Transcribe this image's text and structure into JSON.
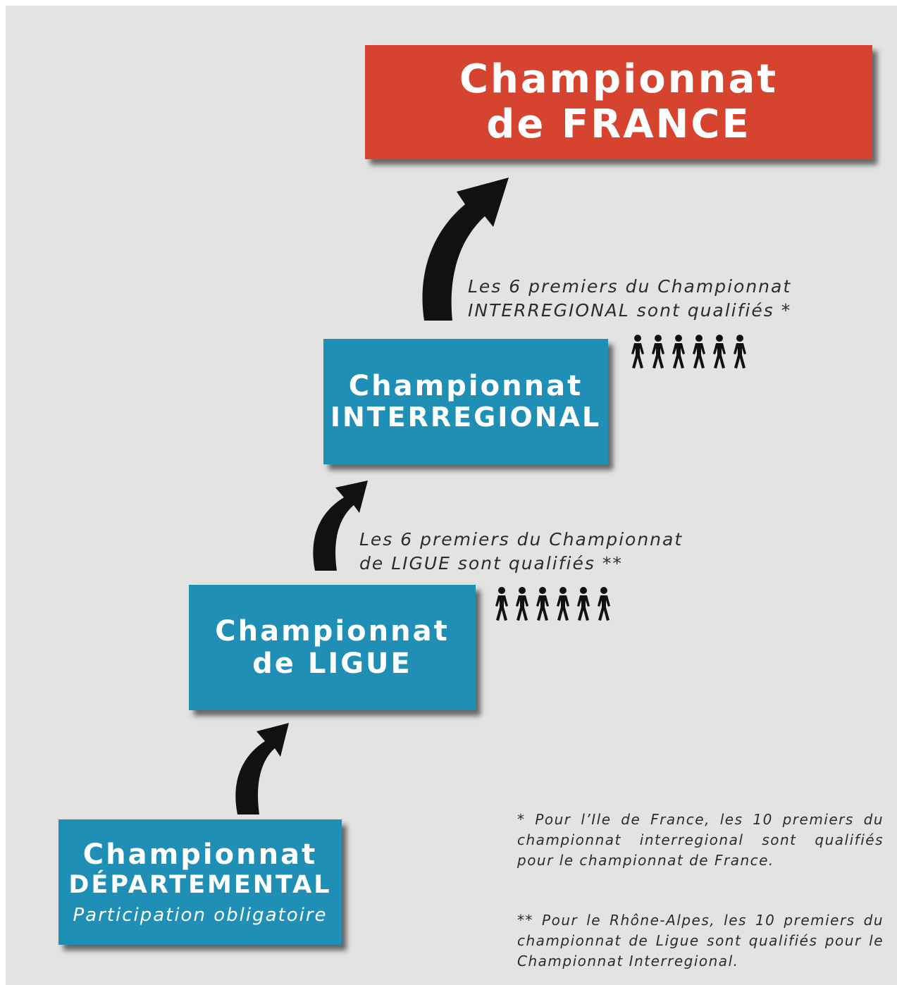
{
  "levels": {
    "france": {
      "line1": "Championnat",
      "line2": "de FRANCE",
      "color": "#d64430"
    },
    "interregional": {
      "line1": "Championnat",
      "line2": "INTERREGIONAL",
      "color": "#1f8fb6"
    },
    "ligue": {
      "line1": "Championnat",
      "line2": "de LIGUE",
      "color": "#1f8fb6"
    },
    "departemental": {
      "line1": "Championnat",
      "line2": "DÉPARTEMENTAL",
      "line3": "Participation obligatoire",
      "color": "#1f8fb6"
    }
  },
  "notes": {
    "interregional_line1": "Les 6 premiers du Championnat",
    "interregional_line2": "INTERREGIONAL sont qualifiés *",
    "ligue_line1": "Les 6 premiers du Championnat",
    "ligue_line2": "de LIGUE sont qualifiés **"
  },
  "qualified_count": 6,
  "footnotes": {
    "star1": "* Pour l’Ile de France, les 10 premiers du championnat interregional sont qualifiés pour le championnat de France.",
    "star2": "** Pour le Rhône-Alpes, les 10 premiers du championnat de Ligue sont qualifiés pour le Championnat Interregional."
  },
  "icons": [
    "curved-arrow-icon",
    "person-icon"
  ]
}
